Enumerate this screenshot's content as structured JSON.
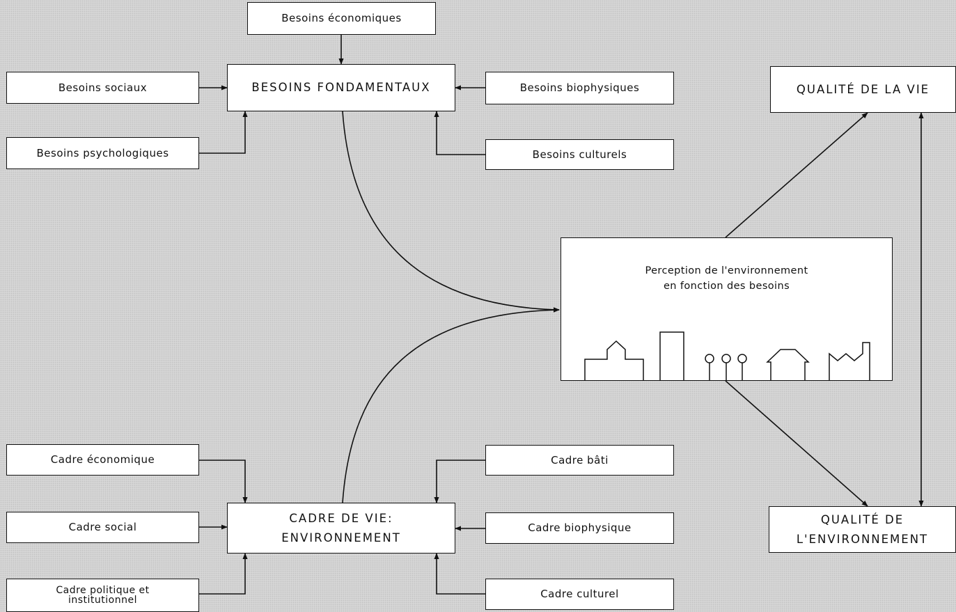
{
  "center": {
    "besoins_fondamentaux": "BESOINS FONDAMENTAUX",
    "cadre_de_vie_line1": "CADRE DE VIE:",
    "cadre_de_vie_line2": "ENVIRONNEMENT"
  },
  "besoins": {
    "economiques": "Besoins économiques",
    "sociaux": "Besoins sociaux",
    "psychologiques": "Besoins psychologiques",
    "biophysiques": "Besoins biophysiques",
    "culturels": "Besoins culturels"
  },
  "cadres": {
    "economique": "Cadre économique",
    "social": "Cadre social",
    "politique_line1": "Cadre politique et",
    "politique_line2": "institutionnel",
    "bati": "Cadre bâti",
    "biophysique": "Cadre biophysique",
    "culturel": "Cadre culturel"
  },
  "perception": {
    "line1": "Perception de l'environnement",
    "line2": "en fonction des besoins"
  },
  "qualite": {
    "vie": "QUALITÉ DE LA VIE",
    "env_line1": "QUALITÉ DE",
    "env_line2": "L'ENVIRONNEMENT"
  },
  "colors": {
    "line": "#111111",
    "box": "#ffffff",
    "background": "#d6d6d6"
  }
}
